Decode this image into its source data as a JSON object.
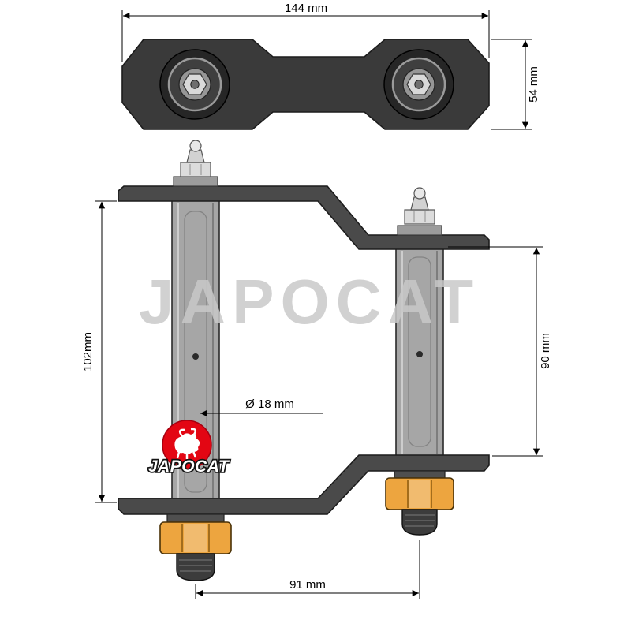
{
  "watermark": {
    "text": "JAPOCAT"
  },
  "logo": {
    "text": "JAPOCAT"
  },
  "dimensions": {
    "top_width": "144 mm",
    "plate_height": "54 mm",
    "left_height": "102mm",
    "right_height": "90 mm",
    "pin_diameter": "Ø 18 mm",
    "pin_spacing": "91 mm"
  },
  "colors": {
    "plate_black": "#3a3a3a",
    "steel_dark": "#4a4a4a",
    "pin_gray": "#a6a6a6",
    "nut_brass": "#eda53f",
    "stud_dark": "#3c3c3c",
    "logo_red": "#e30613",
    "watermark_gray": "#c9c9c9",
    "nut_hex_light": "#d9d9d9"
  }
}
